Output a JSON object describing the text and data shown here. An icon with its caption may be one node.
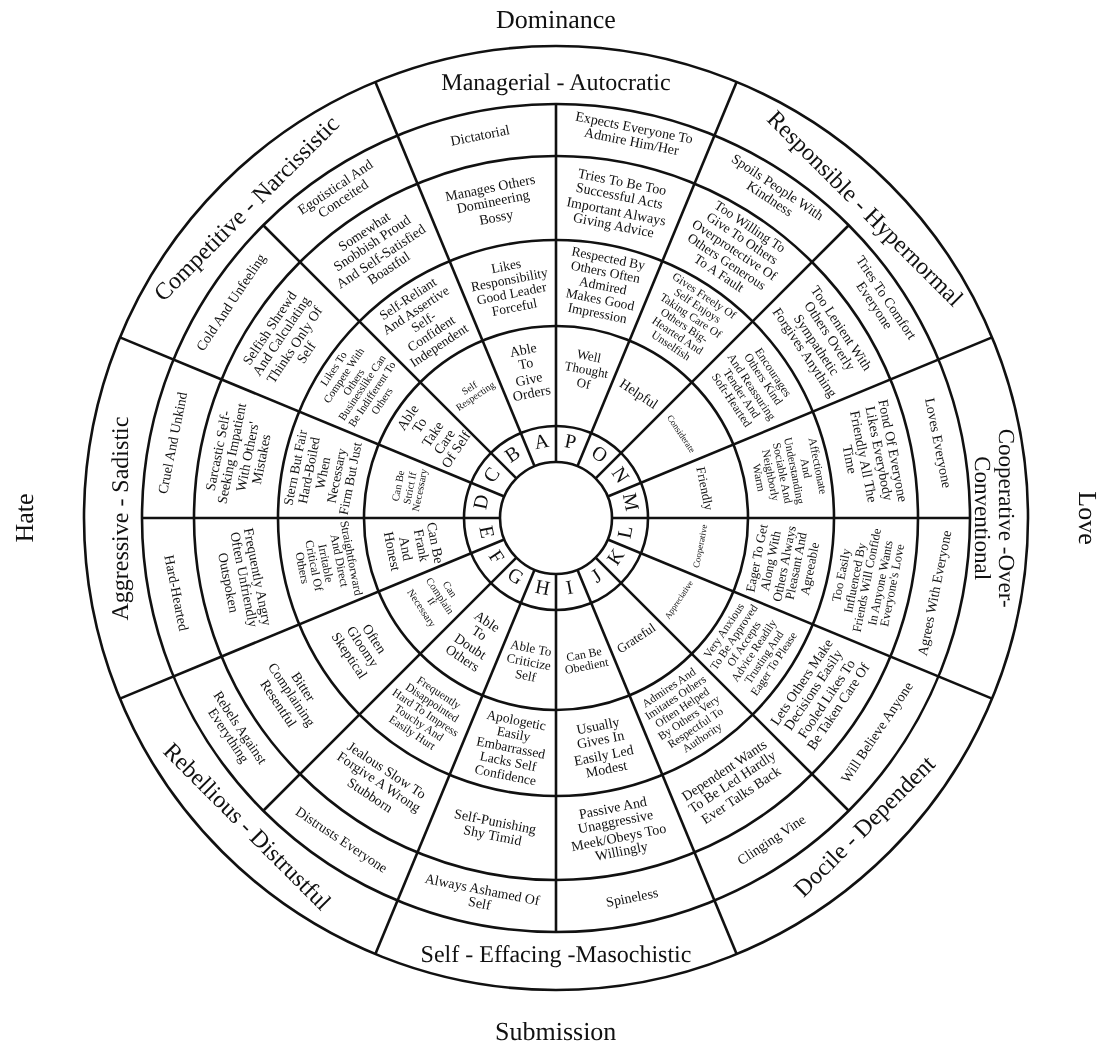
{
  "diagram": {
    "nodes": [
      {
        "text": [
          "Managerial - Autocratic"
        ]
      },
      {
        "text": [
          "Competitive - Narcissistic"
        ]
      },
      {
        "text": [
          "Aggressive - Sadistic"
        ]
      },
      {
        "text": [
          "Rebellious - Distrustful"
        ]
      },
      {
        "text": [
          "Self - Effacing -Masochistic"
        ]
      },
      {
        "text": [
          "Docile - Dependent"
        ]
      },
      {
        "text": [
          "Cooperative -Over- Conventional"
        ]
      },
      {
        "text": [
          "Responsible - Hypernormal"
        ]
      },
      {
        "text": [
          "Dictatorial"
        ]
      },
      {
        "text": [
          "Manages Others Domineering Bossy"
        ]
      },
      {
        "text": [
          "Likes Responsibility Good Leader Forceful"
        ]
      },
      {
        "text": [
          "Able To Give Orders"
        ]
      },
      {
        "text": [
          "Egotistical And Conceited"
        ]
      },
      {
        "text": [
          "Somewhat Snobbish Proud And Self-Satisfied Boastful"
        ]
      },
      {
        "text": [
          "Self-Reliant And Assertive Self-Confident Independent"
        ]
      },
      {
        "text": [
          "Self Respecting"
        ]
      },
      {
        "text": [
          "Cold And Unfeeling"
        ]
      },
      {
        "text": [
          "Selfish Shrewd And Calculating Thinks Only Of Self"
        ]
      },
      {
        "text": [
          "Likes To Compete With Others Businesslike Can Be Indifferent To Others"
        ]
      },
      {
        "text": [
          "Able To Take Care Of Self"
        ]
      },
      {
        "text": [
          "Cruel And Unkind"
        ]
      },
      {
        "text": [
          "Sarcastic Self-Seeking Impatient With Others' Mistakes"
        ]
      },
      {
        "text": [
          "Stern But Fair Hard-Boiled When Necessary Firm But Just"
        ]
      },
      {
        "text": [
          "Can Be Strict If Necessary"
        ]
      },
      {
        "text": [
          "Hard-Hearted"
        ]
      },
      {
        "text": [
          "Frequently Angry Often Unfriendly Outspoken"
        ]
      },
      {
        "text": [
          "Straightforward And Direct Irritable Critical Of Others"
        ]
      },
      {
        "text": [
          "Can Be Frank And Honest"
        ]
      },
      {
        "text": [
          "Rebels Against Everything"
        ]
      },
      {
        "text": [
          "Bitter Complaining Resentful"
        ]
      },
      {
        "text": [
          "Often Gloomy Skeptical"
        ]
      },
      {
        "text": [
          "Can Complain If Necessary"
        ]
      },
      {
        "text": [
          "Distrusts Everyone"
        ]
      },
      {
        "text": [
          "Jealous Slow To Forgive A Wrong Stubborn"
        ]
      },
      {
        "text": [
          "Frequently Disappointed Hard To Impress Touchy And Easily Hurt"
        ]
      },
      {
        "text": [
          "Able To Doubt Others"
        ]
      },
      {
        "text": [
          "Always Ashamed Of Self"
        ]
      },
      {
        "text": [
          "Self-Punishing Shy Timid"
        ]
      },
      {
        "text": [
          "Apologetic Easily Embarrassed Lacks Self Confidence"
        ]
      },
      {
        "text": [
          "Able To Criticize Self"
        ]
      },
      {
        "text": [
          "Spineless"
        ]
      },
      {
        "text": [
          "Passive And Unaggressive Meek/Obeys Too Willingly"
        ]
      },
      {
        "text": [
          "Usually Gives In Easily Led Modest"
        ]
      },
      {
        "text": [
          "Can Be Obedient"
        ]
      },
      {
        "text": [
          "Clinging Vine"
        ]
      },
      {
        "text": [
          "Dependent Wants To Be Led Hardly Ever Talks Back"
        ]
      },
      {
        "text": [
          "Admires And Imitates Others Often Helped By Others Very Respectful To Authority"
        ]
      },
      {
        "text": [
          "Grateful"
        ]
      },
      {
        "text": [
          "Will Believe Anyone"
        ]
      },
      {
        "text": [
          "Lets Others Make Decisions Easily Fooled Likes To Be Taken Care Of"
        ]
      },
      {
        "text": [
          "Very Anxious To Be Approved Of Accepts Advice Readily Trusting And Eager To Please"
        ]
      },
      {
        "text": [
          "Appreciative"
        ]
      },
      {
        "text": [
          "Agrees With Everyone"
        ]
      },
      {
        "text": [
          "Too Easily Influenced By Friends Will Confide In Anyone Wants Everyone's Love"
        ]
      },
      {
        "text": [
          "Eager To Get Along With Others Always Pleasant And Agreeable"
        ]
      },
      {
        "text": [
          "Cooperative"
        ]
      },
      {
        "text": [
          "Loves Everyone"
        ]
      },
      {
        "text": [
          "Fond Of Everyone Likes Everybody Friendly All The Time"
        ]
      },
      {
        "text": [
          "Affectionate And Understanding Sociable And Neighborly Warm"
        ]
      },
      {
        "text": [
          "Friendly"
        ]
      },
      {
        "text": [
          "Tries To Comfort Everyone"
        ]
      },
      {
        "text": [
          "Too Lenient With Others Overly Sympathetic Forgives Anything"
        ]
      },
      {
        "text": [
          "Encourages Others Kind And Reassuring Tender And Soft-Hearted"
        ]
      },
      {
        "text": [
          "Considerate"
        ]
      },
      {
        "text": [
          "Spoils People With Kindness"
        ]
      },
      {
        "text": [
          "Too Willing To Give To Others Overprotective Of Others Generous To A Fault"
        ]
      },
      {
        "text": [
          "Gives Freely Of Self Enjoys Taking Care Of Others Big-Hearted And Unselfish"
        ]
      },
      {
        "text": [
          "Helpful"
        ]
      },
      {
        "text": [
          "Expects Everyone To Admire Him/Her"
        ]
      },
      {
        "text": [
          "Tries To Be Too Successful Acts Important Always Giving Advice"
        ]
      },
      {
        "text": [
          "Respected By Others Often Admired Makes Good Impression"
        ]
      },
      {
        "text": [
          "Well Thought Of"
        ]
      },
      {
        "text": [
          "A"
        ]
      },
      {
        "text": [
          "B"
        ]
      },
      {
        "text": [
          "C"
        ]
      },
      {
        "text": [
          "D"
        ]
      },
      {
        "text": [
          "E"
        ]
      },
      {
        "text": [
          "F"
        ]
      },
      {
        "text": [
          "G"
        ]
      },
      {
        "text": [
          "H"
        ]
      },
      {
        "text": [
          "I"
        ]
      },
      {
        "text": [
          "J"
        ]
      },
      {
        "text": [
          "K"
        ]
      },
      {
        "text": [
          "L"
        ]
      },
      {
        "text": [
          "M"
        ]
      },
      {
        "text": [
          "N"
        ]
      },
      {
        "text": [
          "O"
        ]
      },
      {
        "text": [
          "P"
        ]
      }
    ],
    "labels": [
      "Dominance",
      "Hate",
      "Love",
      "Submission"
    ]
  }
}
